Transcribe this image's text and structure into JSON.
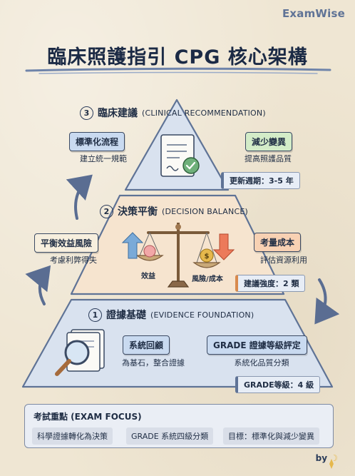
{
  "brand": "ExamWise",
  "title": "臨床照護指引 CPG 核心架構",
  "tiers": {
    "top": {
      "number": "3",
      "title": "臨床建議",
      "title_en": "(CLINICAL RECOMMENDATION)",
      "left_tag": "標準化流程",
      "left_desc": "建立統一規範",
      "right_tag": "減少變異",
      "right_desc": "提高照護品質",
      "meta": "更新週期：3-5 年"
    },
    "middle": {
      "number": "2",
      "title": "決策平衡",
      "title_en": "(DECISION BALANCE)",
      "left_tag": "平衡效益風險",
      "left_desc": "考慮利弊得失",
      "right_tag": "考量成本",
      "right_desc": "評估資源利用",
      "scale_left": "效益",
      "scale_right": "風險/成本",
      "meta": "建議強度：2 類"
    },
    "bottom": {
      "number": "1",
      "title": "證據基礎",
      "title_en": "(EVIDENCE FOUNDATION)",
      "center_tag": "系統回顧",
      "center_desc": "為基石，整合證據",
      "right_tag": "GRADE 證據等級評定",
      "right_desc": "系統化品質分類",
      "meta": "GRADE等級：4 級"
    }
  },
  "exam_focus": {
    "title": "考試重點 (EXAM FOCUS)",
    "items": [
      "科學證據轉化為決策",
      "GRADE 系統四級分類",
      "目標：標準化與減少變異"
    ]
  },
  "footer": "by"
}
